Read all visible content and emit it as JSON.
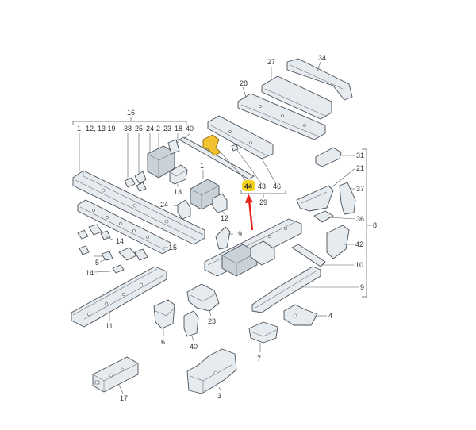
{
  "diagram": {
    "highlight_color": "#f5d21e",
    "arrow_color": "#e8241c",
    "highlighted_callout": "44",
    "callouts": {
      "c1": "1",
      "c2": "2",
      "c3": "3",
      "c4": "4",
      "c6": "6",
      "c7": "7",
      "c8": "8",
      "c9": "9",
      "c10": "10",
      "c11": "11",
      "c12": "12",
      "c13": "13",
      "c14a": "14",
      "c14b": "14",
      "c15": "15",
      "c16": "16",
      "c17": "17",
      "c19": "19",
      "c21": "21",
      "c23a": "23",
      "c24a": "24",
      "c27": "27",
      "c28": "28",
      "c29": "29",
      "c31": "31",
      "c34": "34",
      "c36": "36",
      "c37": "37",
      "c40a": "40",
      "c42": "42",
      "c43": "43",
      "c44": "44",
      "c46": "46"
    },
    "top_row_labels": {
      "l1": "1",
      "l12_13_19": "12, 13 19",
      "l38": "38",
      "l25": "25",
      "l24": "24",
      "l2": "2",
      "l23": "23",
      "l18": "18",
      "l40": "40"
    }
  }
}
